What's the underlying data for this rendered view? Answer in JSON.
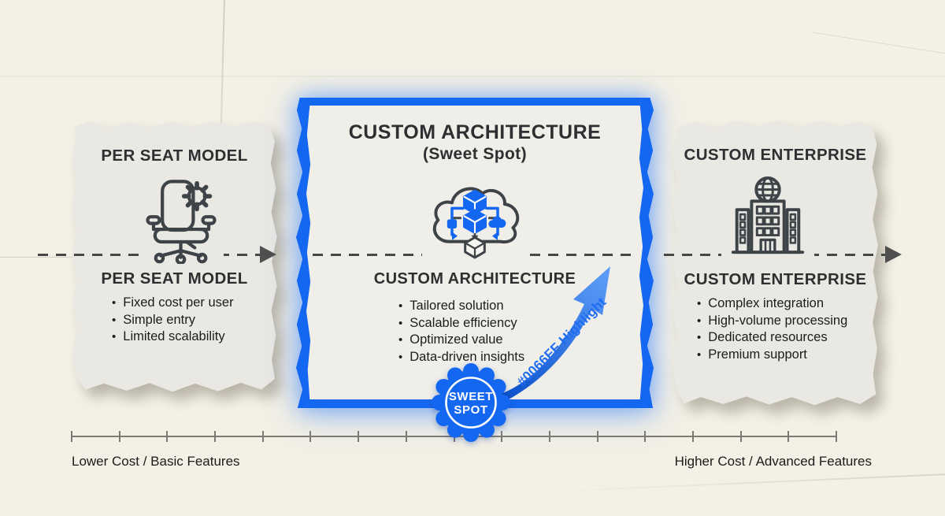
{
  "colors": {
    "accent_blue": "#1467F0",
    "flow_line_gray": "#4f4f4f"
  },
  "panels": {
    "per_seat": {
      "title": "PER SEAT MODEL",
      "icon": "office-chair-gear-icon",
      "subtitle": "PER SEAT MODEL",
      "bullets": [
        "Fixed cost per user",
        "Simple entry",
        "Limited scalability"
      ]
    },
    "custom_architecture": {
      "title": "CUSTOM ARCHITECTURE",
      "title_note": "(Sweet Spot)",
      "icon": "cloud-modular-stack-icon",
      "subtitle": "CUSTOM ARCHITECTURE",
      "bullets": [
        "Tailored solution",
        "Scalable efficiency",
        "Optimized value",
        "Data-driven insights"
      ],
      "arrow_label": "#0066FF Highlight",
      "badge": {
        "line1": "SWEET",
        "line2": "SPOT"
      }
    },
    "custom_enterprise": {
      "title": "CUSTOM ENTERPRISE",
      "icon": "enterprise-building-globe-icon",
      "subtitle": "CUSTOM ENTERPRISE",
      "bullets": [
        "Complex integration",
        "High-volume processing",
        "Dedicated resources",
        "Premium support"
      ]
    }
  },
  "axis": {
    "left_label": "Lower Cost / Basic Features",
    "right_label": "Higher Cost / Advanced Features"
  }
}
